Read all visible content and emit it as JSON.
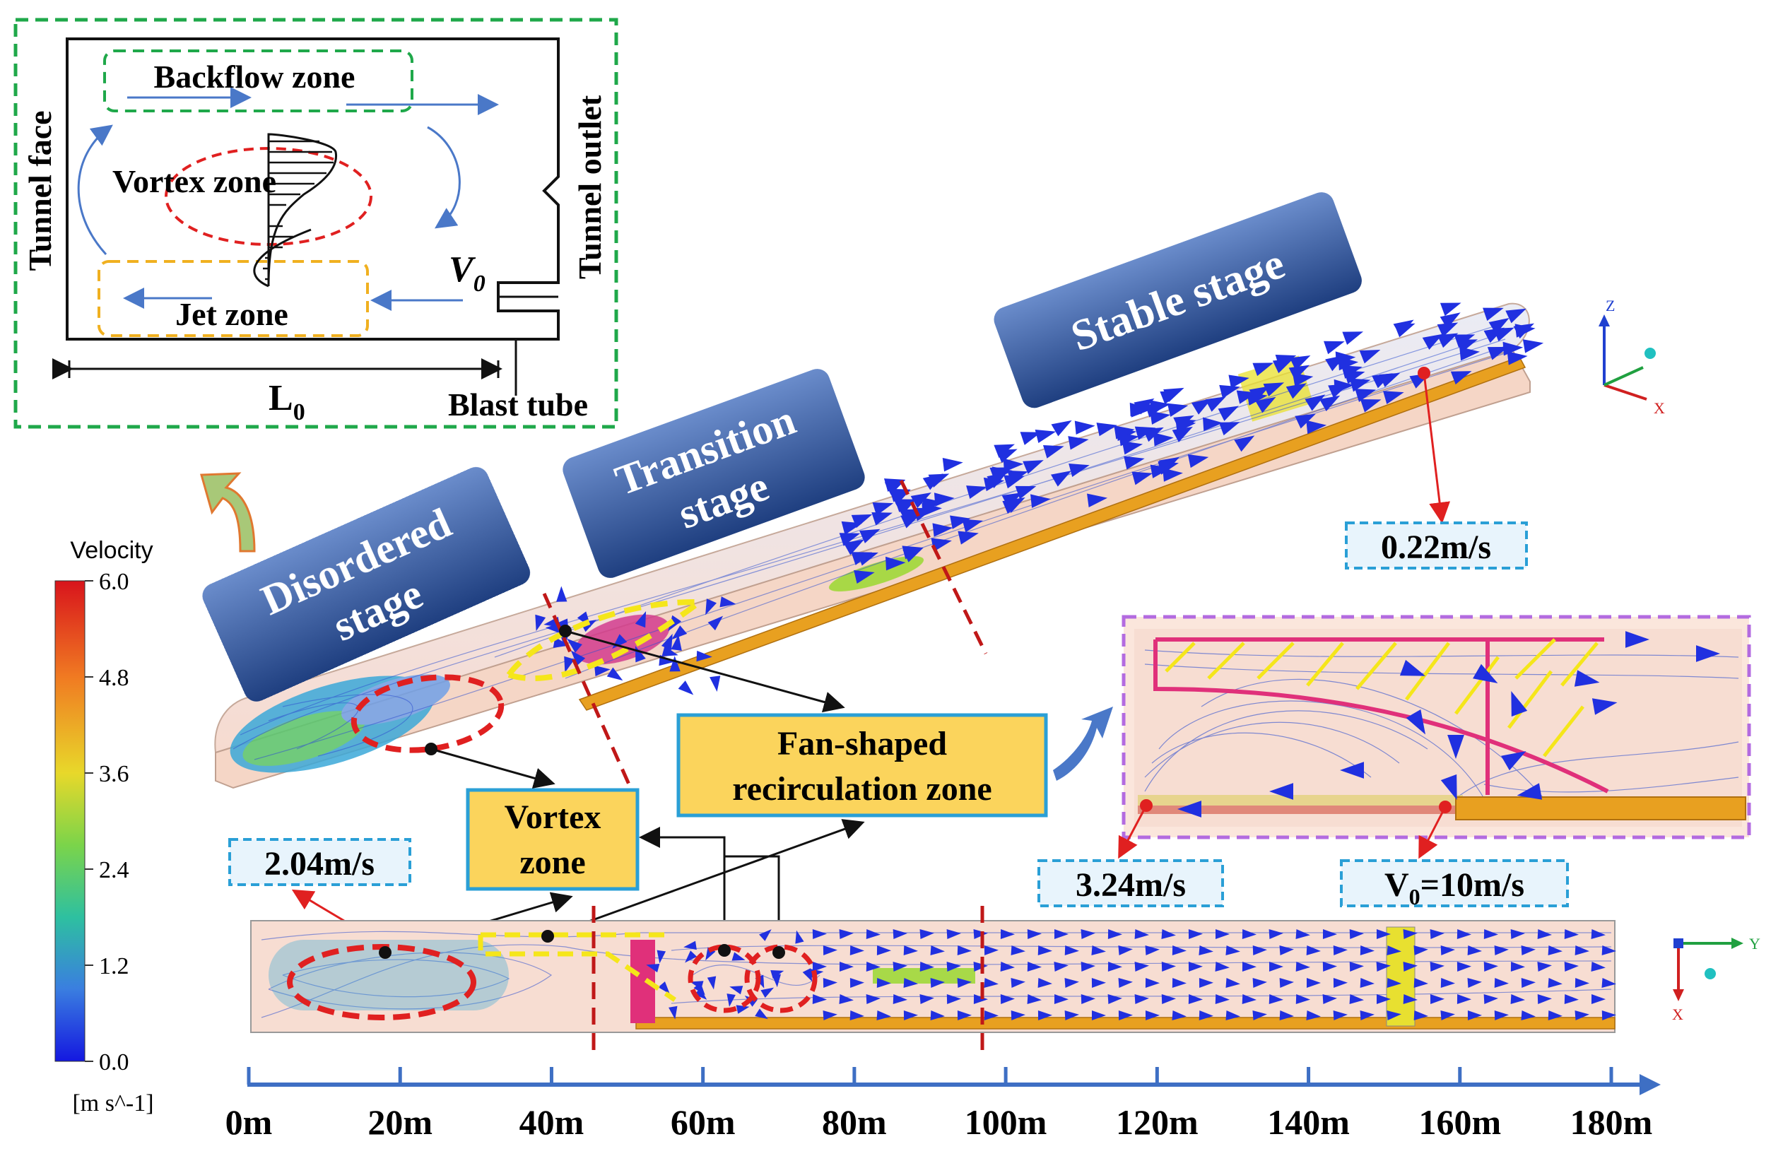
{
  "inset": {
    "tunnel_face": "Tunnel face",
    "tunnel_outlet": "Tunnel outlet",
    "backflow_zone": "Backflow zone",
    "vortex_zone": "Vortex zone",
    "jet_zone": "Jet zone",
    "v0": "V",
    "v0_sub": "0",
    "l0": "L",
    "l0_sub": "0",
    "blast_tube": "Blast tube"
  },
  "stages": {
    "disordered_1": "Disordered",
    "disordered_2": "stage",
    "transition_1": "Transition",
    "transition_2": "stage",
    "stable": "Stable stage"
  },
  "velocities": {
    "v_022": "0.22m/s",
    "v_204": "2.04m/s",
    "v_324": "3.24m/s",
    "v0_prefix": "V",
    "v0_sub": "0",
    "v0_suffix": "=10m/s"
  },
  "callouts": {
    "fan_1": "Fan-shaped",
    "fan_2": "recirculation zone",
    "vortex_1": "Vortex",
    "vortex_2": "zone"
  },
  "colorbar": {
    "title": "Velocity",
    "ticks": [
      "6.0",
      "4.8",
      "3.6",
      "2.4",
      "1.2",
      "0.0"
    ],
    "unit": "[m s^-1]"
  },
  "axes_triad": {
    "z": "Z",
    "x": "X",
    "y": "Y"
  },
  "distance_axis": {
    "ticks": [
      "0m",
      "20m",
      "40m",
      "60m",
      "80m",
      "100m",
      "120m",
      "140m",
      "160m",
      "180m"
    ]
  },
  "colors": {
    "stage_box": "#2e4f8f",
    "callout_fill": "#fbd45c",
    "callout_border": "#2a9fd6",
    "dashed_green": "#1fa84a",
    "dashed_purple": "#b36be0",
    "dashed_red": "#e02020",
    "dashed_yellow": "#f5e61a",
    "axis_blue": "#3e6fc4",
    "tube_orange": "#e8a020"
  }
}
